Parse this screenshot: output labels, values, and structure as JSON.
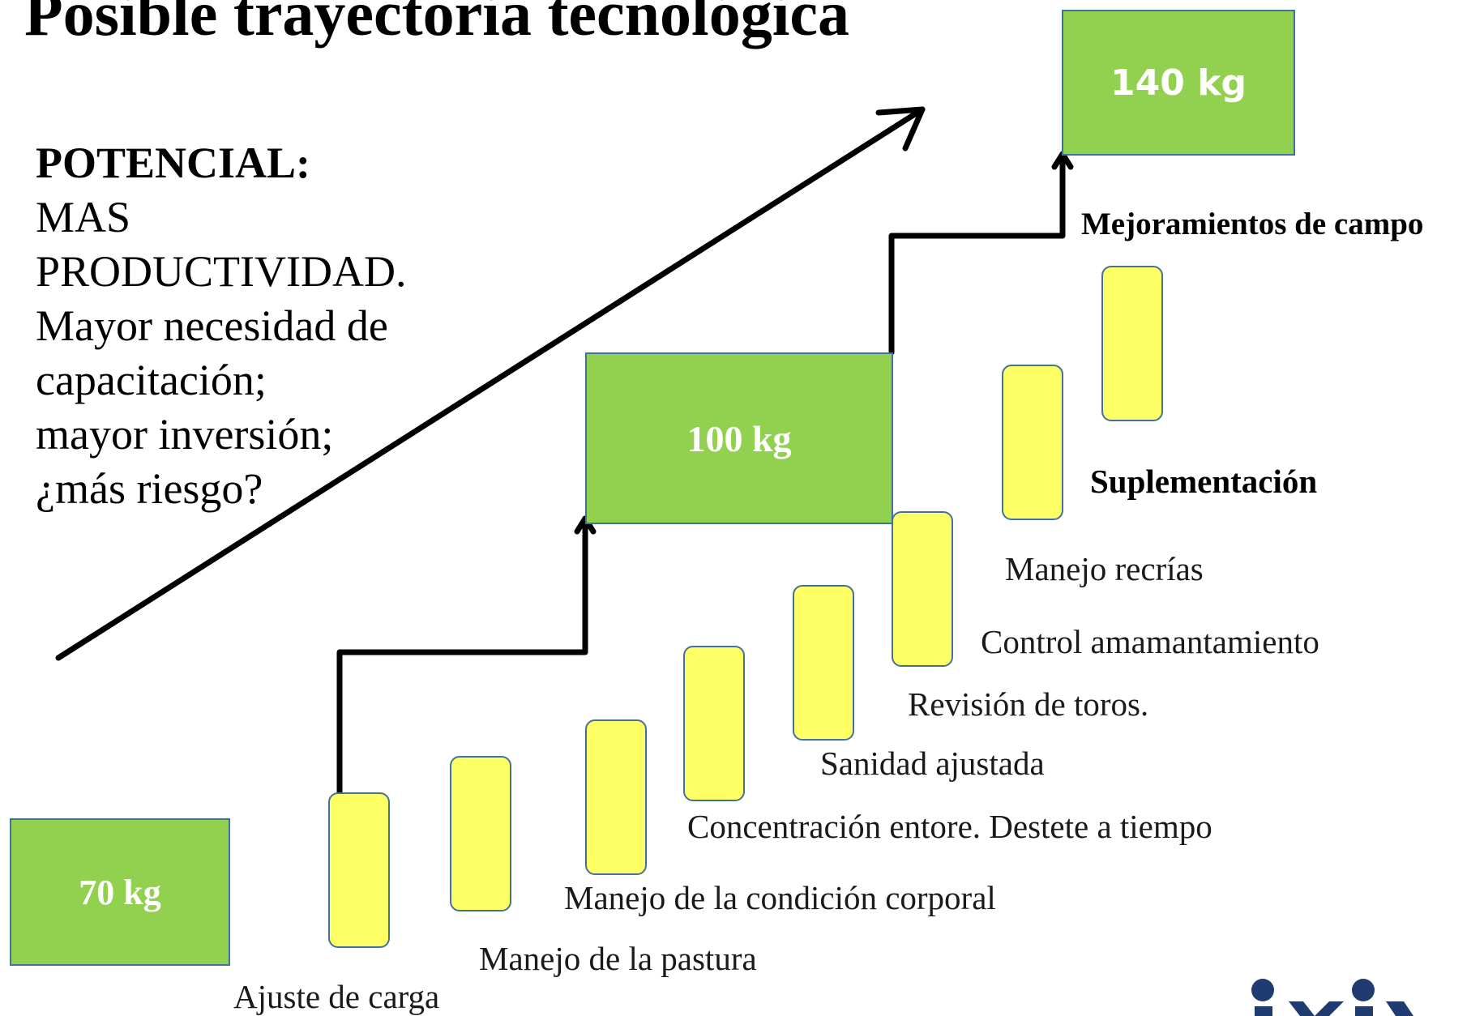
{
  "title": "Posible trayectoria tecnológica",
  "potential": {
    "heading": "POTENCIAL:",
    "lines": [
      "MAS",
      "PRODUCTIVIDAD.",
      "Mayor necesidad de",
      "capacitación;",
      "mayor inversión;",
      "¿más riesgo?"
    ]
  },
  "stages": {
    "start": "70 kg",
    "middle": "100 kg",
    "end": "140 kg"
  },
  "steps": [
    "Ajuste de carga",
    "Manejo de la pastura",
    "Manejo de la condición corporal",
    "Concentración entore. Destete a tiempo",
    "Sanidad ajustada",
    "Revisión de toros.",
    "Control amamantamiento",
    "Manejo recrías",
    "Suplementación",
    "Mejoramientos de campo"
  ],
  "colors": {
    "stage_box": "#92d050",
    "step_bar": "#ffff66",
    "border": "#41719c",
    "logo": "#1f3b6f"
  },
  "logo_icon": "institution-logo-icon"
}
